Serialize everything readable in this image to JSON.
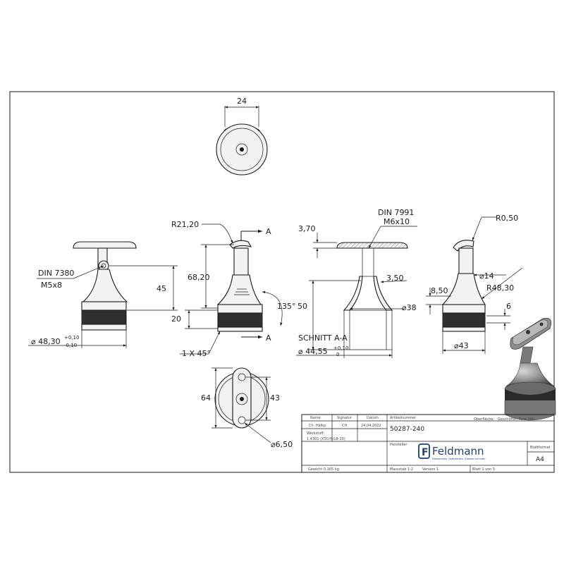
{
  "top_view": {
    "width_dim": "24"
  },
  "front_view": {
    "thread_din": "DIN 7380",
    "thread_size": "M5x8",
    "height_dim": "45",
    "base_diameter": "⌀ 48,30",
    "tol_upper": "+0,10",
    "tol_lower": "-0,10"
  },
  "side_view": {
    "radius": "R21,20",
    "height_total": "68,20",
    "base_height": "20",
    "angle": "135°",
    "chamfer": "1 X 45°",
    "section_marker": "A"
  },
  "section_view": {
    "din": "DIN 7991",
    "thread": "M6x10",
    "top_offset": "3,70",
    "wall": "3,50",
    "height": "50",
    "inner_diameter": "⌀38",
    "title": "SCHNITT A-A",
    "outer_diameter": "⌀ 44,55",
    "tol_upper": "+0,10",
    "tol_lower": "0"
  },
  "right_view": {
    "radius_small": "R0,50",
    "neck_diameter": "⌀14",
    "step_height": "8,50",
    "radius_large": "R48,30",
    "band_width": "6",
    "bottom_diameter": "⌀43"
  },
  "bottom_view": {
    "length": "64",
    "hole_spacing": "43",
    "hole_diameter": "⌀6,50"
  },
  "title_block": {
    "headers": {
      "name": "Name",
      "signature": "Signatur",
      "date": "Datum",
      "article_no": "Artikelnummer",
      "surface": "Oberfläche:"
    },
    "surface_value": "Geschliffen Korn 240",
    "name_value": "Ch. Hälkp",
    "signature_value": "CH",
    "date_value": "24.04.2022",
    "article_number": "50287-240",
    "material_label": "Werkstoff:",
    "material_value": "1.4301 (X5CrNi18-10)",
    "manufacturer_label": "Hersteller",
    "company": "Feldmann",
    "tagline": "Edelstahlrohr, Geländerbau, Zubehör und mehr",
    "format_label": "Blattformat",
    "format_value": "A4",
    "weight": "Gewicht 0,165 kg",
    "scale": "Massstab 1:2",
    "version": "Version 1",
    "sheet": "Blatt 1 von 5"
  }
}
